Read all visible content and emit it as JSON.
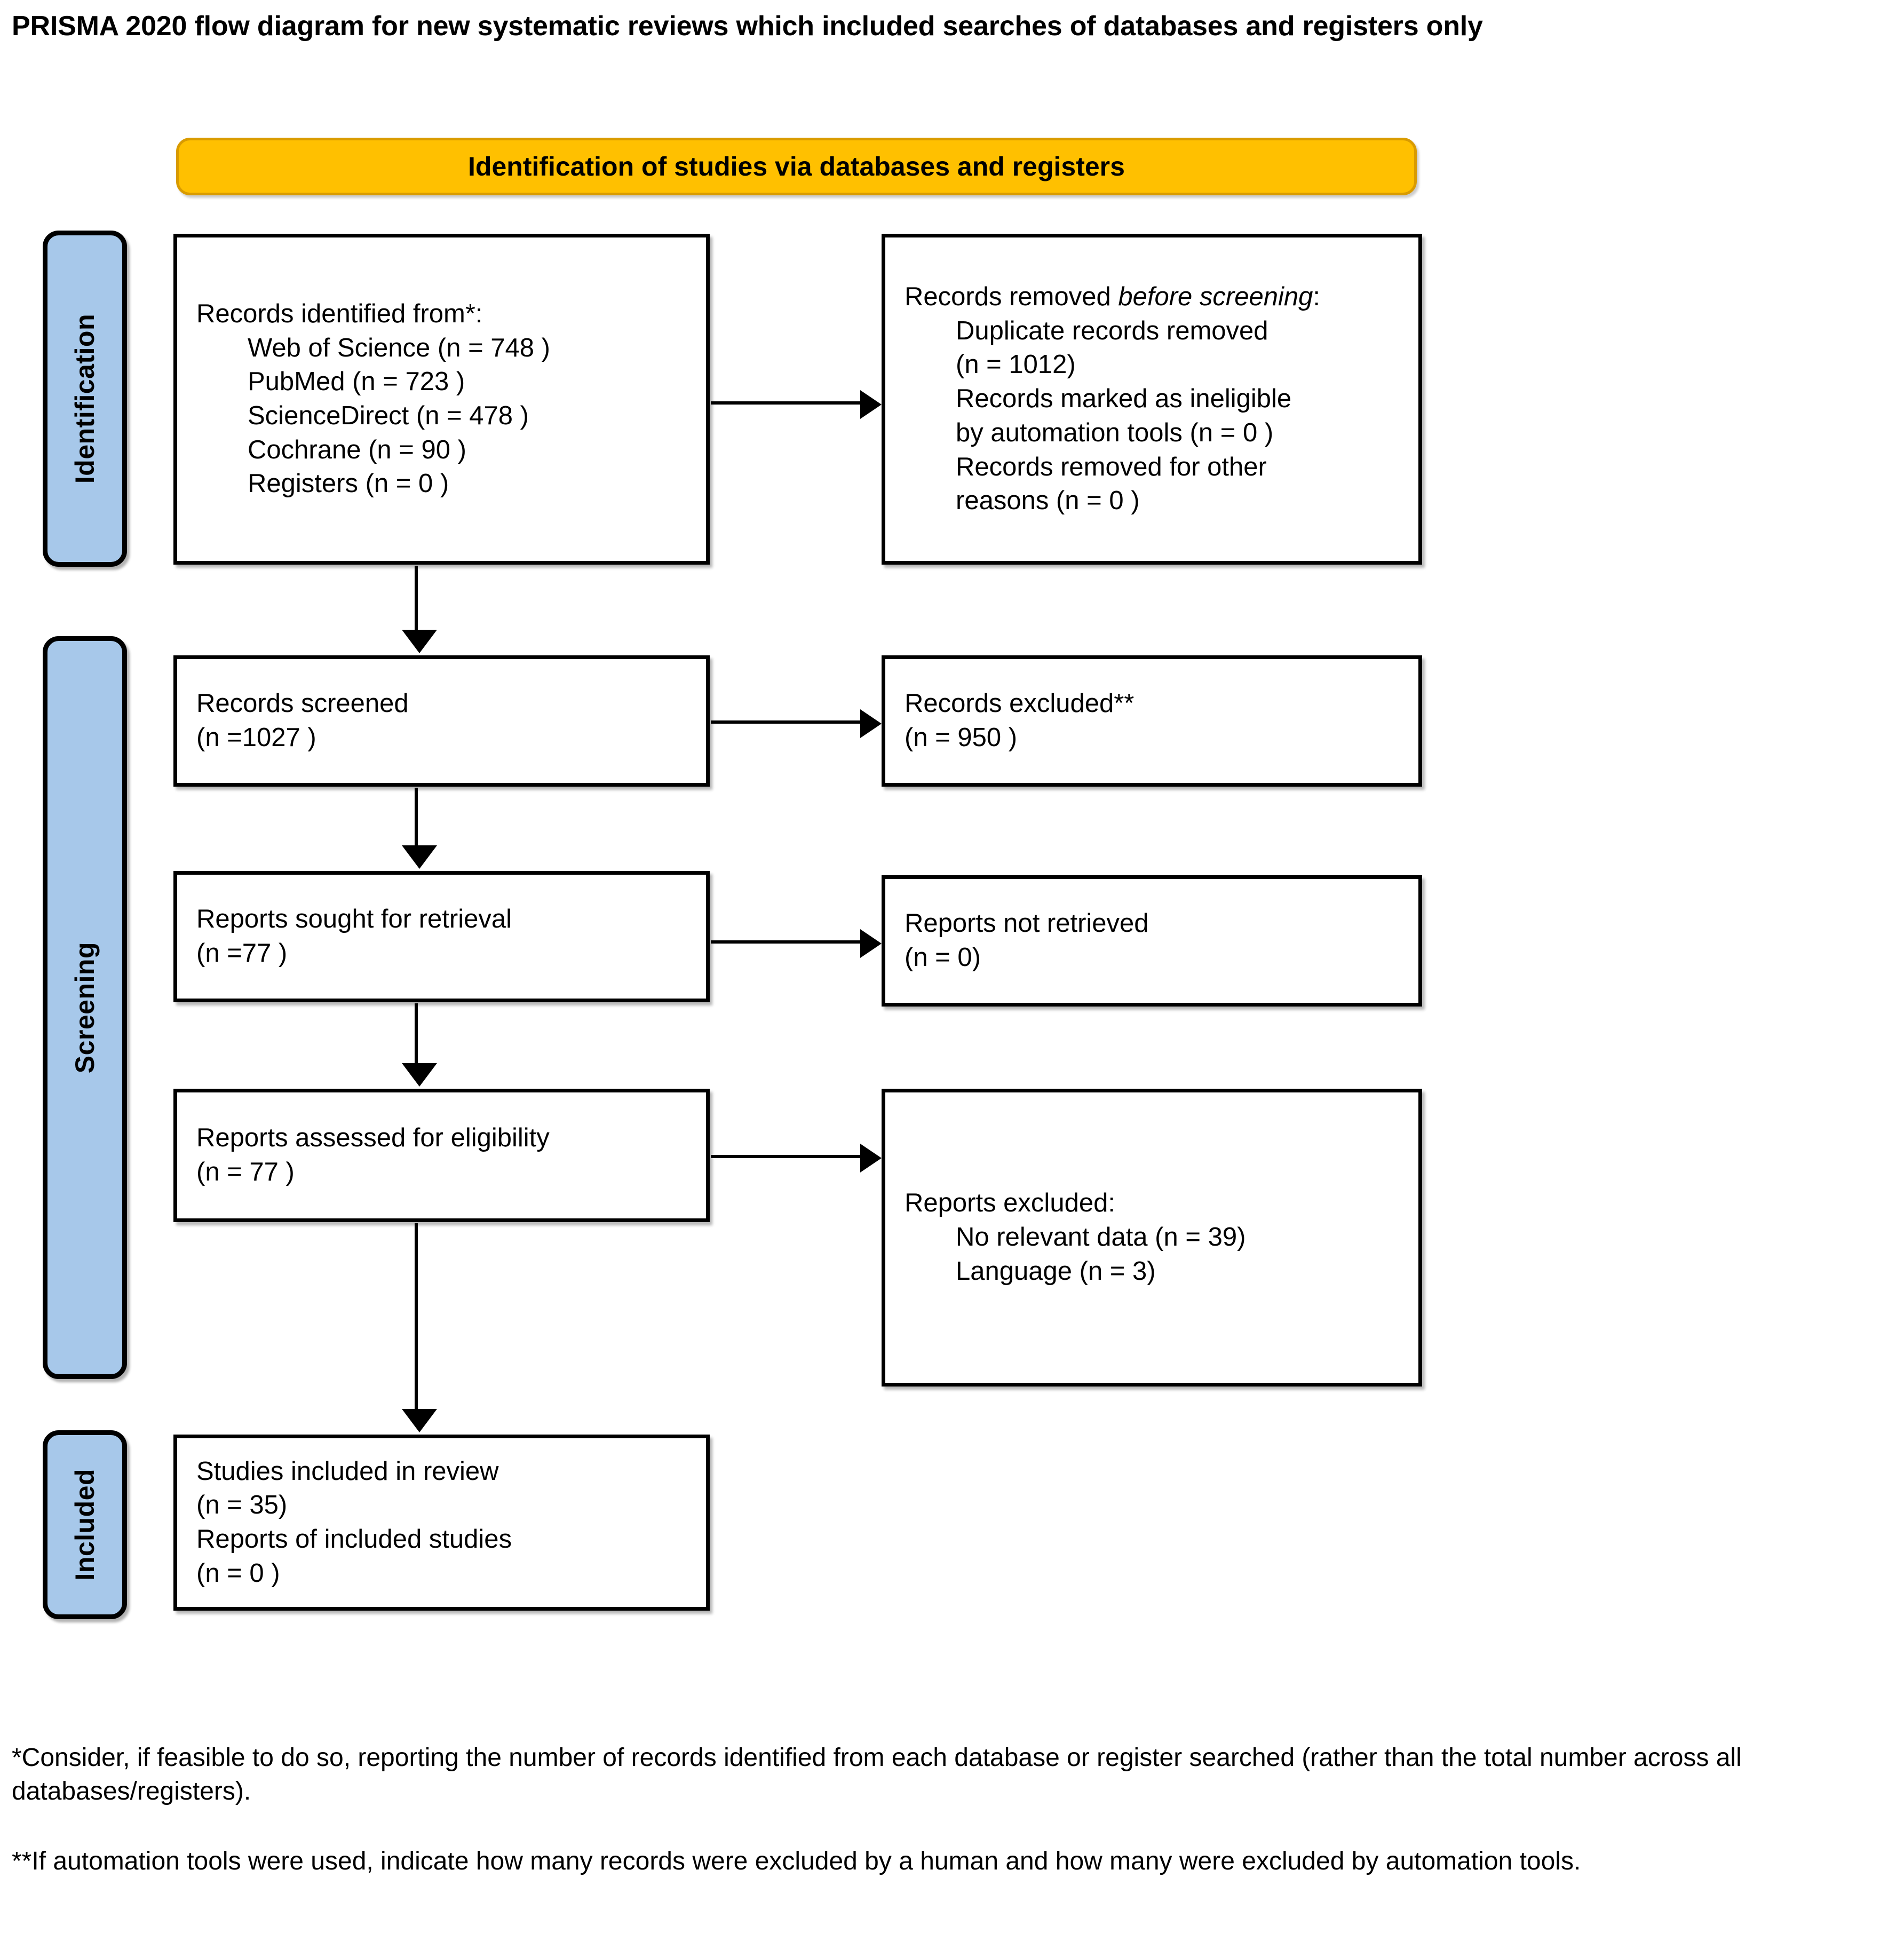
{
  "title": "PRISMA 2020 flow diagram for new systematic reviews which included searches of databases and registers only",
  "colors": {
    "header_fill": "#FFC000",
    "header_border": "#D99B00",
    "phase_tab_fill": "#A7C8EA",
    "box_border": "#000000",
    "box_fill": "#FFFFFF"
  },
  "stage_header": {
    "label": "Identification of studies via databases and registers"
  },
  "phases": [
    {
      "key": "identification",
      "label": "Identification"
    },
    {
      "key": "screening",
      "label": "Screening"
    },
    {
      "key": "included",
      "label": "Included"
    }
  ],
  "boxes": {
    "identified": {
      "name": "Records identified from",
      "heading": "Records identified from*:",
      "items": [
        "Web of Science (n = 748 )",
        "PubMed (n = 723 )",
        "ScienceDirect (n = 478 )",
        "Cochrane (n = 90 )",
        "Registers (n = 0 )"
      ]
    },
    "removed": {
      "heading_plain": "Records removed ",
      "heading_italic": "before screening",
      "heading_tail": ":",
      "items": [
        "Duplicate records removed",
        "(n = 1012)",
        "Records marked as ineligible",
        "by automation tools (n = 0 )",
        "Records removed for other",
        "reasons (n = 0 )"
      ]
    },
    "screened": {
      "line1": "Records screened",
      "line2": "(n =1027 )"
    },
    "excluded": {
      "line1": "Records excluded**",
      "line2": "(n = 950 )"
    },
    "sought": {
      "line1": "Reports sought for retrieval",
      "line2": "(n =77 )"
    },
    "not_retrieved": {
      "line1": "Reports not retrieved",
      "line2": "(n = 0)"
    },
    "assessed": {
      "line1": "Reports assessed for eligibility",
      "line2": "(n = 77 )"
    },
    "reports_excluded": {
      "heading": "Reports excluded:",
      "items": [
        "No relevant data (n = 39)",
        "Language (n = 3)"
      ]
    },
    "included": {
      "line1": "Studies included in review",
      "line2": "(n = 35)",
      "line3": "Reports of included studies",
      "line4": "(n = 0 )"
    }
  },
  "footnotes": {
    "one": "*Consider, if feasible to do so, reporting the number of records identified from each database or register searched (rather than the total number across all databases/registers).",
    "two": "**If automation tools were used, indicate how many records were excluded by a human and how many were excluded by automation tools."
  }
}
